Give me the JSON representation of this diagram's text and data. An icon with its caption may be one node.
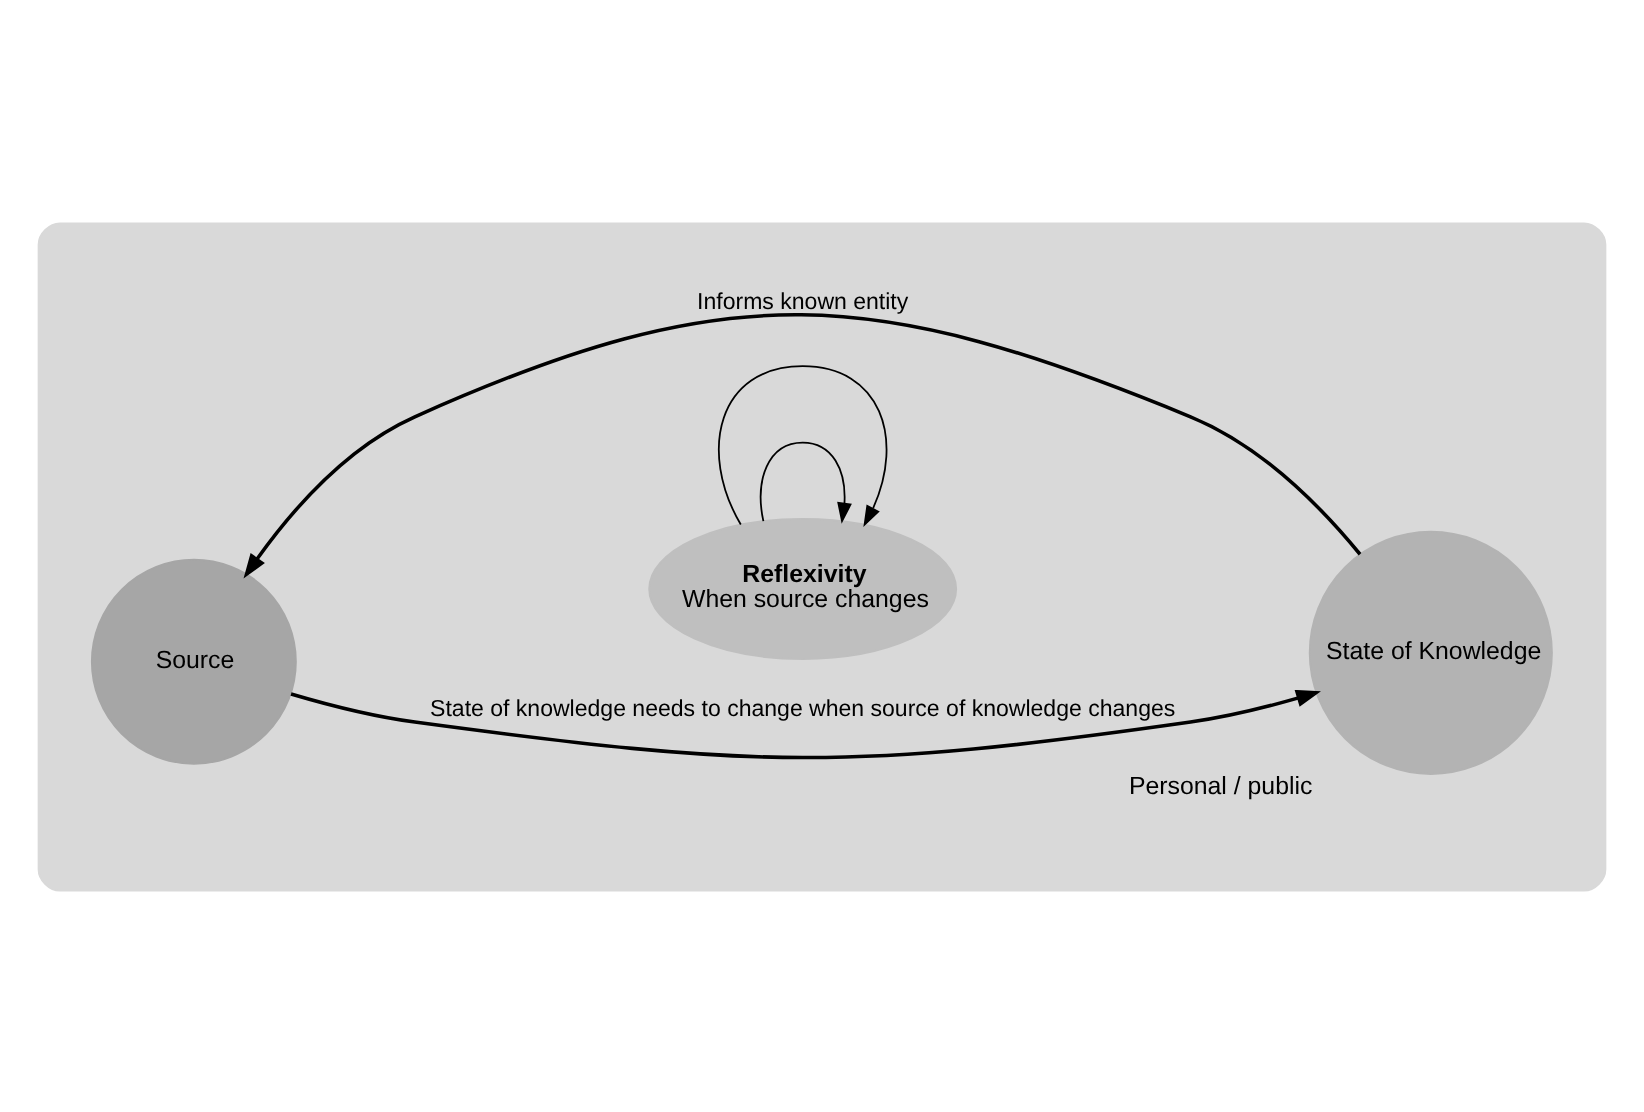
{
  "diagram": {
    "nodes": [
      {
        "text": [],
        "shape": "ellipse"
      },
      {
        "text": [
          "Source"
        ],
        "in": 0
      },
      {
        "text": [
          "State of Knowledge"
        ],
        "in": 0,
        "beside": [
          "Personal / public"
        ]
      },
      {
        "text": [
          "Reflexivity",
          "When source changes"
        ],
        "in": 0
      }
    ],
    "edges": [
      {
        "from": 1,
        "to": 2,
        "arrow": "to",
        "label": "State of knowledge needs to change when source of knowledge changes"
      },
      {
        "from": 2,
        "to": 1,
        "arrow": "to",
        "label": "Informs known entity"
      },
      {
        "from": 3,
        "to": 3,
        "arrow": "to"
      },
      {
        "from": 3,
        "to": 3,
        "arrow": "to"
      }
    ]
  }
}
